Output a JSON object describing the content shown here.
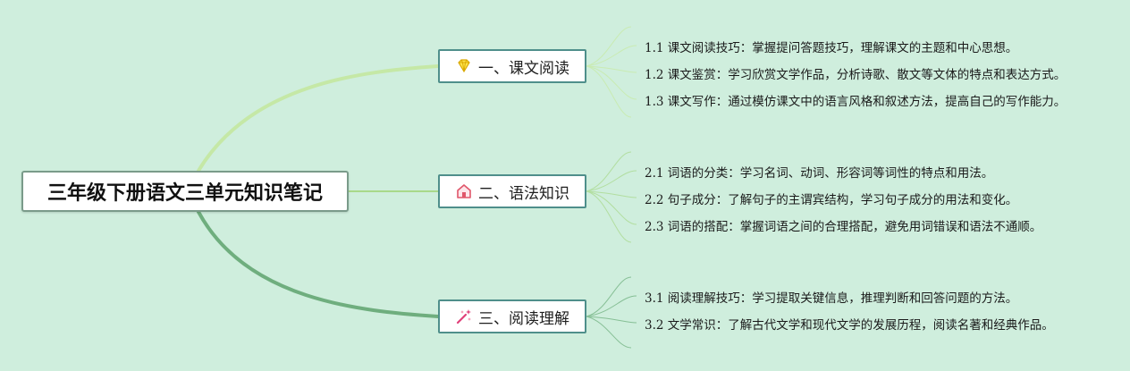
{
  "root": {
    "label": "三年级下册语文三单元知识笔记"
  },
  "branches": [
    {
      "label": "一、课文阅读",
      "icon": "diamond-icon",
      "icon_color": "#f5d000",
      "line_color": "#bde3a0",
      "leaves": [
        "1.1 课文阅读技巧：掌握提问答题技巧，理解课文的主题和中心思想。",
        "1.2 课文鉴赏：学习欣赏文学作品，分析诗歌、散文等文体的特点和表达方式。",
        "1.3 课文写作：通过模仿课文中的语言风格和叙述方法，提高自己的写作能力。"
      ]
    },
    {
      "label": "二、语法知识",
      "icon": "house-icon",
      "icon_color": "#e0566a",
      "line_color": "#a9d98a",
      "leaves": [
        "2.1 词语的分类：学习名词、动词、形容词等词性的特点和用法。",
        "2.2 句子成分：了解句子的主谓宾结构，学习句子成分的用法和变化。",
        "2.3 词语的搭配：掌握词语之间的合理搭配，避免用词错误和语法不通顺。"
      ]
    },
    {
      "label": "三、阅读理解",
      "icon": "magic-wand-icon",
      "icon_color": "#e0407a",
      "line_color": "#6fae7e",
      "leaves": [
        "3.1 阅读理解技巧：学习提取关键信息，推理判断和回答问题的方法。",
        "3.2 文学常识：了解古代文学和现代文学的发展历程，阅读名著和经典作品。"
      ]
    }
  ],
  "colors": {
    "background": "#cfeedd",
    "node_border": "#4f8f8b",
    "root_border": "#7a9b8a"
  }
}
